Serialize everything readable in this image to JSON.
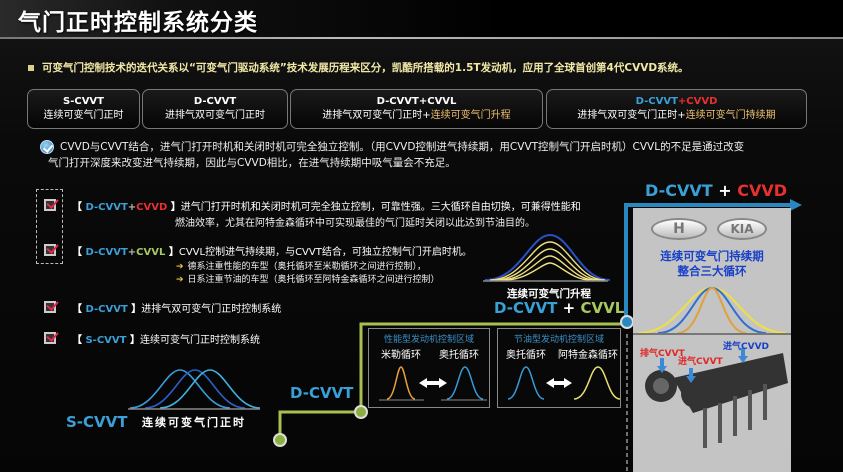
{
  "title": "气门正时控制系统分类",
  "intro": "可变气门控制技术的迭代关系以“可变气门驱动系统”技术发展历程来区分，凯酷所搭载的1.5T发动机，应用了全球首创第4代CVVD系统。",
  "generations": [
    {
      "name": "S-CVVT",
      "desc": "连续可变气门正时"
    },
    {
      "name": "D-CVVT",
      "desc": "进排气双可变气门正时"
    },
    {
      "name": "D-CVVT+CVVL",
      "desc_main": "进排气双可变气门正时+",
      "desc_hl": "连续可变气门升程"
    },
    {
      "name_blue": "D-CVVT",
      "name_red": "+CVVD",
      "desc_main": "进排气双可变气门正时+",
      "desc_hl": "连续可变气门持续期"
    }
  ],
  "note": {
    "line1": "CVVD与CVVT结合，进气门打开时机和关闭时机可完全独立控制。（用CVVD控制进气持续期，用CVVT控制气门开启时机）CVVL的不足是通过改变",
    "line2": "气门打开深度来改变进气持续期，因此与CVVD相比，在进气持续期中吸气量会不充足。"
  },
  "items": [
    {
      "tag_blue": "D-CVVT",
      "tag_plus": "+",
      "tag_color": "CVVD",
      "text": "进气门打开时机和关闭时机可完全独立控制，可靠性强。三大循环自由切换，可兼得性能和",
      "text2": "燃油效率，尤其在阿特金森循环中可实现最佳的气门延时关闭以此达到节油目的。"
    },
    {
      "tag_blue": "D-CVVT",
      "tag_plus": "+",
      "tag_color": "CVVL",
      "text": "CVVL控制进气持续期，与CVVT结合，可独立控制气门开启时机。",
      "sub1": "德系注重性能的车型（奥托循环至米勒循环之间进行控制），",
      "sub2": "日系注重节油的车型（奥托循环至阿特金森循环之间进行控制）"
    },
    {
      "tag_blue": "D-CVVT",
      "text": "进排气双可变气门正时控制系统"
    },
    {
      "tag_blue": "S-CVVT",
      "text": "连续可变气门正时控制系统"
    }
  ],
  "timeline": {
    "s_cvvt": "S-CVVT",
    "s_cvvt_caption": "连续可变气门正时",
    "d_cvvt": "D-CVVT",
    "cvvl_caption": "连续可变气门升程",
    "cvvl_label_blue": "D-CVVT",
    "cvvl_label_plus": "+",
    "cvvl_label_green": "CVVL",
    "cvvd_label_blue": "D-CVVT",
    "cvvd_label_plus": "+",
    "cvvd_label_red": "CVVD"
  },
  "boxes": [
    {
      "title": "性能型发动机控制区域",
      "left": "米勒循环",
      "right": "奥托循环"
    },
    {
      "title": "节油型发动机控制区域",
      "left": "奥托循环",
      "right": "阿特金森循环"
    }
  ],
  "panel": {
    "logo1": "H",
    "logo2": "KIA",
    "line1": "连续可变气门持续期",
    "line2": "整合三大循环",
    "engine_labels": {
      "exhaust": "排气CVVT",
      "intake_cvvt": "进气CVVT",
      "intake_cvvd": "进气CVVD"
    }
  },
  "colors": {
    "blue": "#3aa0d8",
    "red": "#e83030",
    "green": "#a8c860",
    "gold": "#f0c070",
    "panel_text": "#1840c8"
  }
}
